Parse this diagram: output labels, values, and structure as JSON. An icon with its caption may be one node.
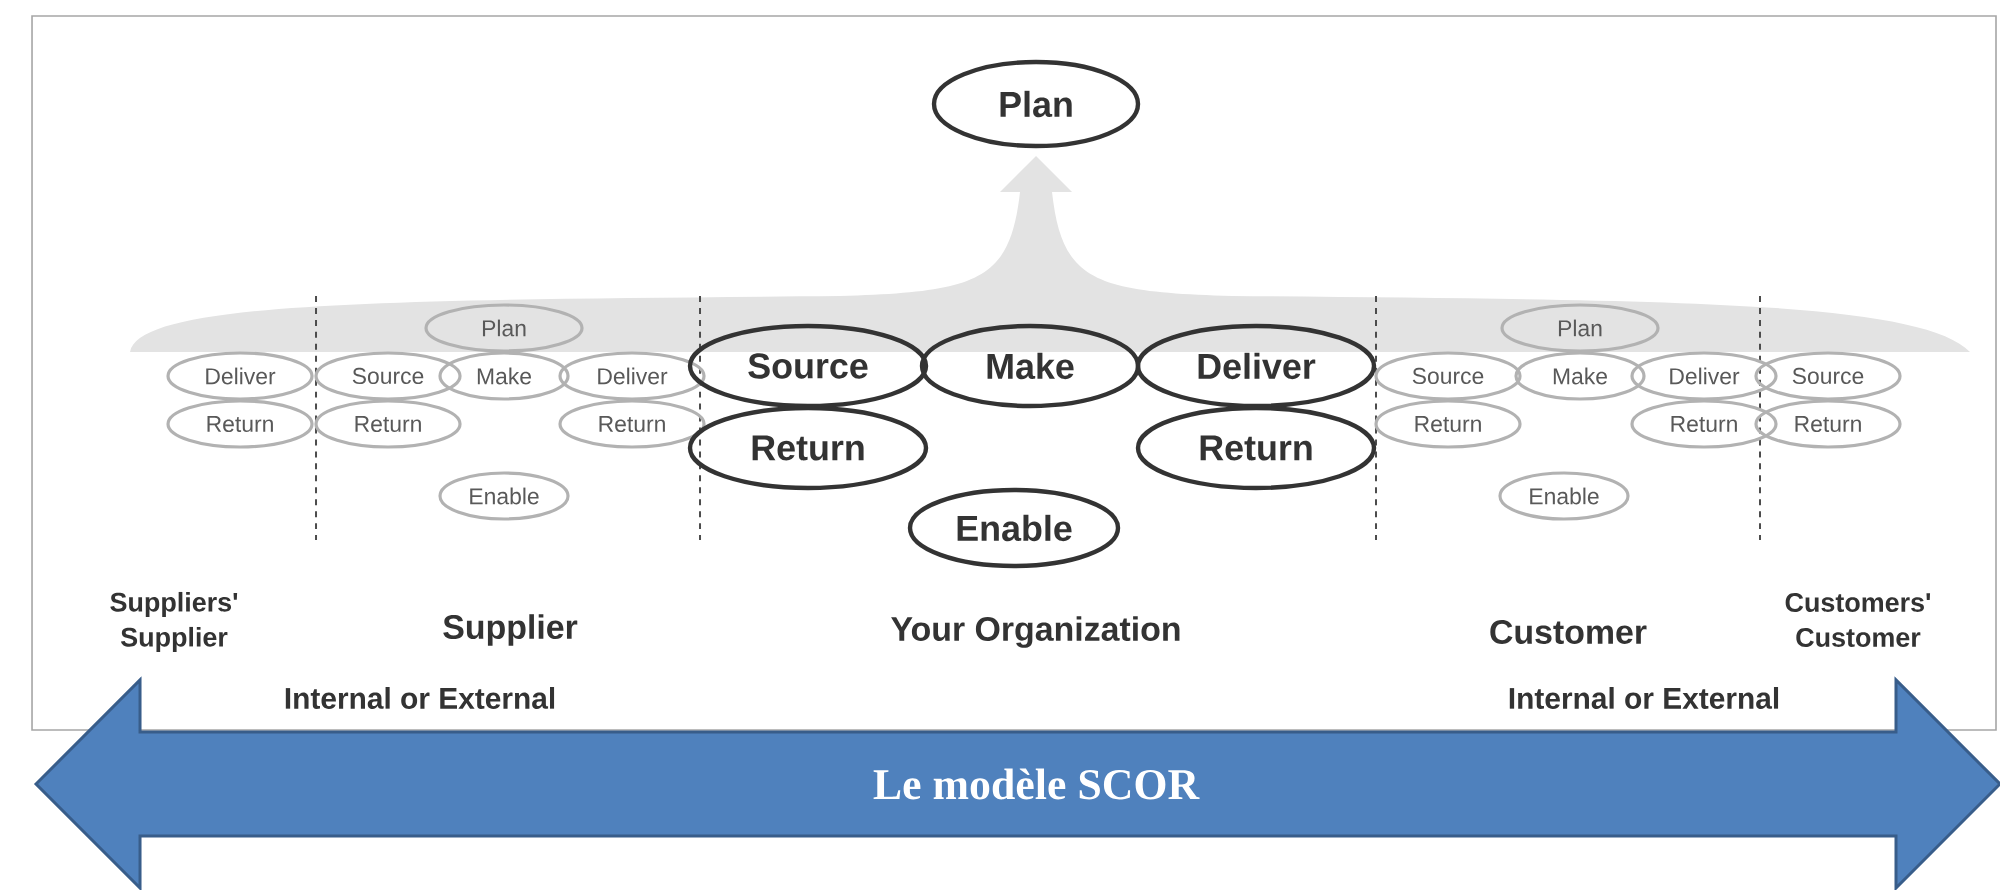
{
  "diagram": {
    "nodes": [
      {
        "text": [
          "Plan"
        ]
      },
      {
        "text": [
          "Deliver"
        ]
      },
      {
        "text": [
          "Return"
        ]
      },
      {
        "text": [
          "Plan"
        ]
      },
      {
        "text": [
          "Source"
        ]
      },
      {
        "text": [
          "Make"
        ]
      },
      {
        "text": [
          "Deliver"
        ]
      },
      {
        "text": [
          "Return"
        ]
      },
      {
        "text": [
          "Return"
        ]
      },
      {
        "text": [
          "Enable"
        ]
      },
      {
        "text": [
          "Source"
        ]
      },
      {
        "text": [
          "Make"
        ]
      },
      {
        "text": [
          "Deliver"
        ]
      },
      {
        "text": [
          "Return"
        ]
      },
      {
        "text": [
          "Return"
        ]
      },
      {
        "text": [
          "Enable"
        ]
      },
      {
        "text": [
          "Plan"
        ]
      },
      {
        "text": [
          "Source"
        ]
      },
      {
        "text": [
          "Make"
        ]
      },
      {
        "text": [
          "Deliver"
        ]
      },
      {
        "text": [
          "Return"
        ]
      },
      {
        "text": [
          "Return"
        ]
      },
      {
        "text": [
          "Enable"
        ]
      },
      {
        "text": [
          "Source"
        ]
      },
      {
        "text": [
          "Return"
        ]
      },
      {
        "text": [
          "Le modèle SCOR"
        ]
      }
    ],
    "labels": [
      "Suppliers' Supplier",
      "Supplier",
      "Your Organization",
      "Customer",
      "Customers' Customer",
      "Internal or External",
      "Internal or External"
    ]
  }
}
